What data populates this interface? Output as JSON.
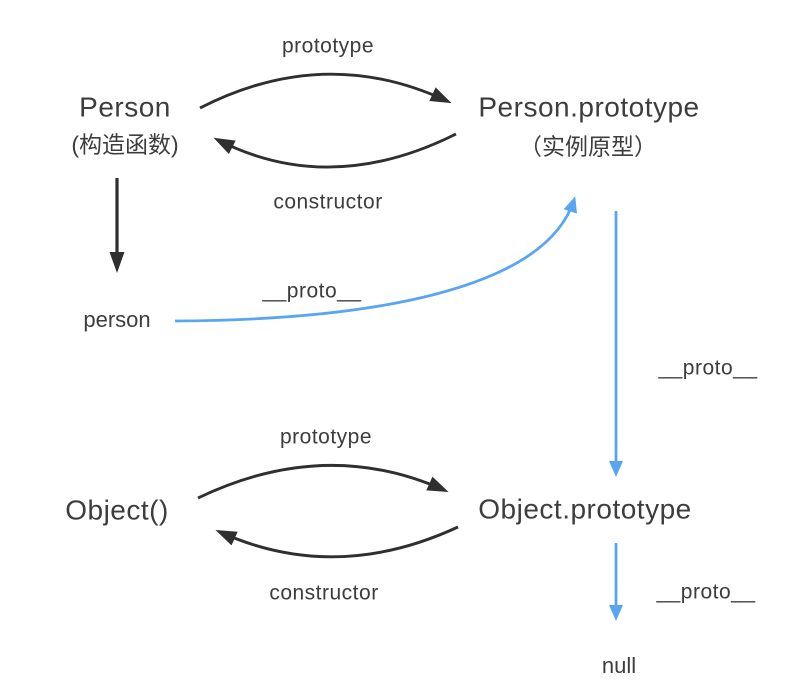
{
  "nodes": {
    "person_constructor": {
      "label": "Person",
      "sublabel": "(构造函数)"
    },
    "person_prototype": {
      "label": "Person.prototype",
      "sublabel": "（实例原型）"
    },
    "person_instance": {
      "label": "person"
    },
    "object_constructor": {
      "label": "Object()"
    },
    "object_prototype": {
      "label": "Object.prototype"
    },
    "null_value": {
      "label": "null"
    }
  },
  "edges": {
    "person_prototype_edge": "prototype",
    "person_constructor_edge": "constructor",
    "person_instance_proto_edge": "__proto__",
    "person_prototype_proto_edge": "__proto__",
    "object_prototype_edge": "prototype",
    "object_constructor_edge": "constructor",
    "object_prototype_proto_edge": "__proto__"
  },
  "colors": {
    "text": "#3d3d3d",
    "arrow_black": "#2f2f2f",
    "arrow_blue": "#58a6f2",
    "background": "#ffffff"
  }
}
